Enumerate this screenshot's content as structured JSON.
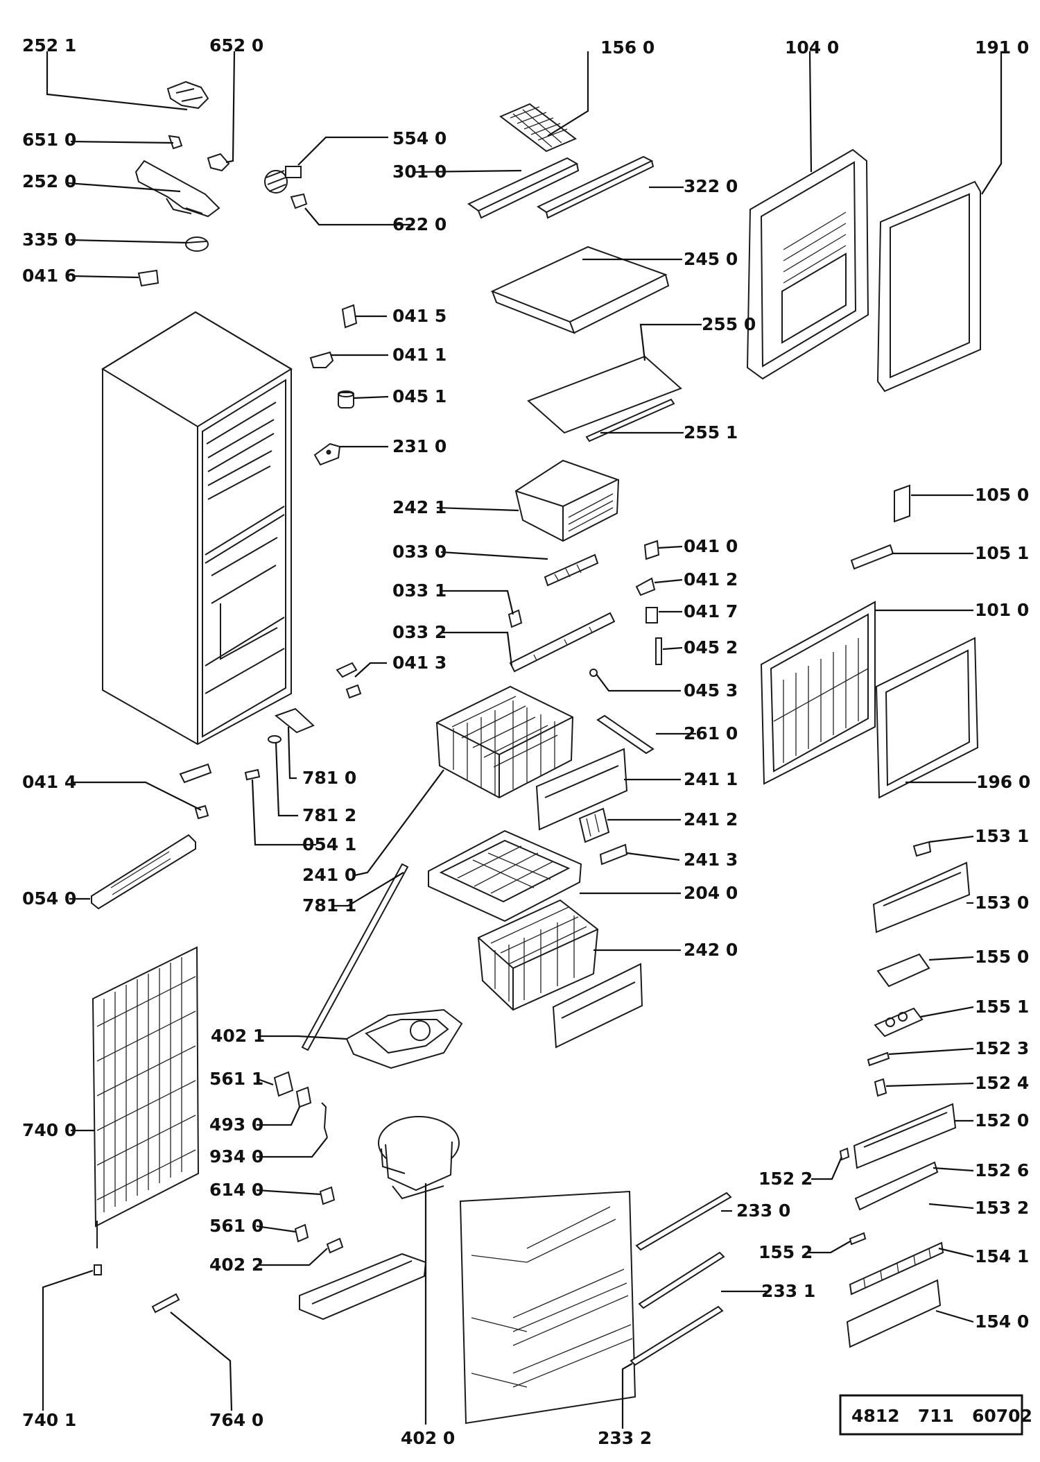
{
  "labels": {
    "l2521": "252 1",
    "l6520": "652 0",
    "l1560": "156 0",
    "l1040": "104 0",
    "l1910": "191 0",
    "l6510": "651 0",
    "l5540": "554 0",
    "l3010": "301 0",
    "l3220": "322 0",
    "l2520": "252 0",
    "l6220": "622 0",
    "l3350": "335 0",
    "l2450": "245 0",
    "l0416": "041 6",
    "l0415": "041 5",
    "l2550": "255 0",
    "l0411": "041 1",
    "l0451": "045 1",
    "l2551": "255 1",
    "l2310": "231 0",
    "l2421": "242 1",
    "l1050": "105 0",
    "l0330": "033 0",
    "l0410": "041 0",
    "l1051": "105 1",
    "l0331": "033 1",
    "l0412": "041 2",
    "l0417": "041 7",
    "l1010": "101 0",
    "l0332": "033 2",
    "l0452": "045 2",
    "l0413": "041 3",
    "l0453": "045 3",
    "l2610": "261 0",
    "l7810": "781 0",
    "l0414": "041 4",
    "l2411": "241 1",
    "l1960": "196 0",
    "l7812": "781 2",
    "l2412": "241 2",
    "l1531": "153 1",
    "l0541": "054 1",
    "l2413": "241 3",
    "l2410": "241 0",
    "l0540": "054 0",
    "l2040": "204 0",
    "l1530": "153 0",
    "l7811": "781 1",
    "l2420": "242 0",
    "l1550": "155 0",
    "l1551": "155 1",
    "l4021": "402 1",
    "l1523": "152 3",
    "l5611": "561 1",
    "l1524": "152 4",
    "l4930": "493 0",
    "l7400": "740 0",
    "l1520": "152 0",
    "l9340": "934 0",
    "l1522": "152 2",
    "l1526": "152 6",
    "l6140": "614 0",
    "l2330": "233 0",
    "l1532": "153 2",
    "l5610": "561 0",
    "l1552": "155 2",
    "l1541": "154 1",
    "l4022": "402 2",
    "l2331": "233 1",
    "l1540": "154 0",
    "l7401": "740 1",
    "l7640": "764 0",
    "l4020": "402 0",
    "l2332": "233 2"
  },
  "reference_number": "4812   711   60702"
}
